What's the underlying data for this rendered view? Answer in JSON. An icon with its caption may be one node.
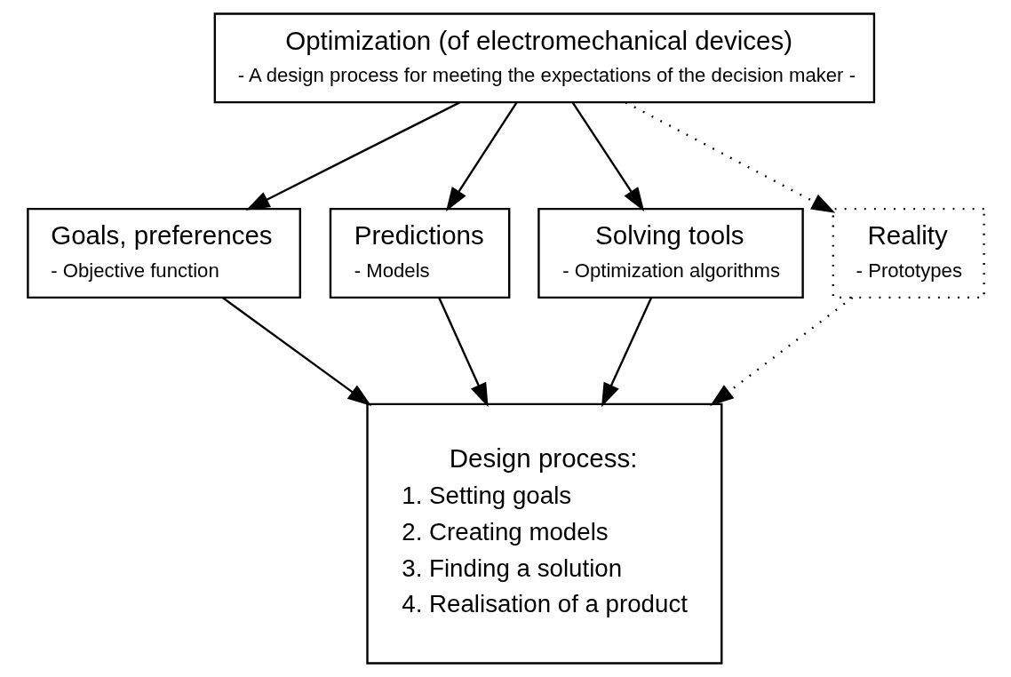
{
  "diagram": {
    "nodes": [
      {
        "text": [
          "Optimization (of electromechanical devices)",
          "- A design process for meeting the expectations of the decision maker -"
        ]
      },
      {
        "text": [
          "Goals, preferences",
          "- Objective function"
        ]
      },
      {
        "text": [
          "Predictions",
          "- Models"
        ]
      },
      {
        "text": [
          "Solving tools",
          "- Optimization algorithms"
        ]
      },
      {
        "text": [
          "Reality",
          "- Prototypes"
        ]
      },
      {
        "text": [
          "Design process:",
          "1. Setting goals",
          "2. Creating models",
          "3. Finding a solution",
          "4. Realisation of a product"
        ]
      }
    ],
    "edges": [
      {
        "from": 0,
        "to": 1,
        "arrow": "to"
      },
      {
        "from": 0,
        "to": 2,
        "arrow": "to"
      },
      {
        "from": 0,
        "to": 3,
        "arrow": "to"
      },
      {
        "from": 0,
        "to": 4,
        "arrow": "to",
        "style": "dashed"
      },
      {
        "from": 1,
        "to": 5,
        "arrow": "to"
      },
      {
        "from": 2,
        "to": 5,
        "arrow": "to"
      },
      {
        "from": 3,
        "to": 5,
        "arrow": "to"
      },
      {
        "from": 4,
        "to": 5,
        "arrow": "to",
        "style": "dashed"
      }
    ]
  }
}
